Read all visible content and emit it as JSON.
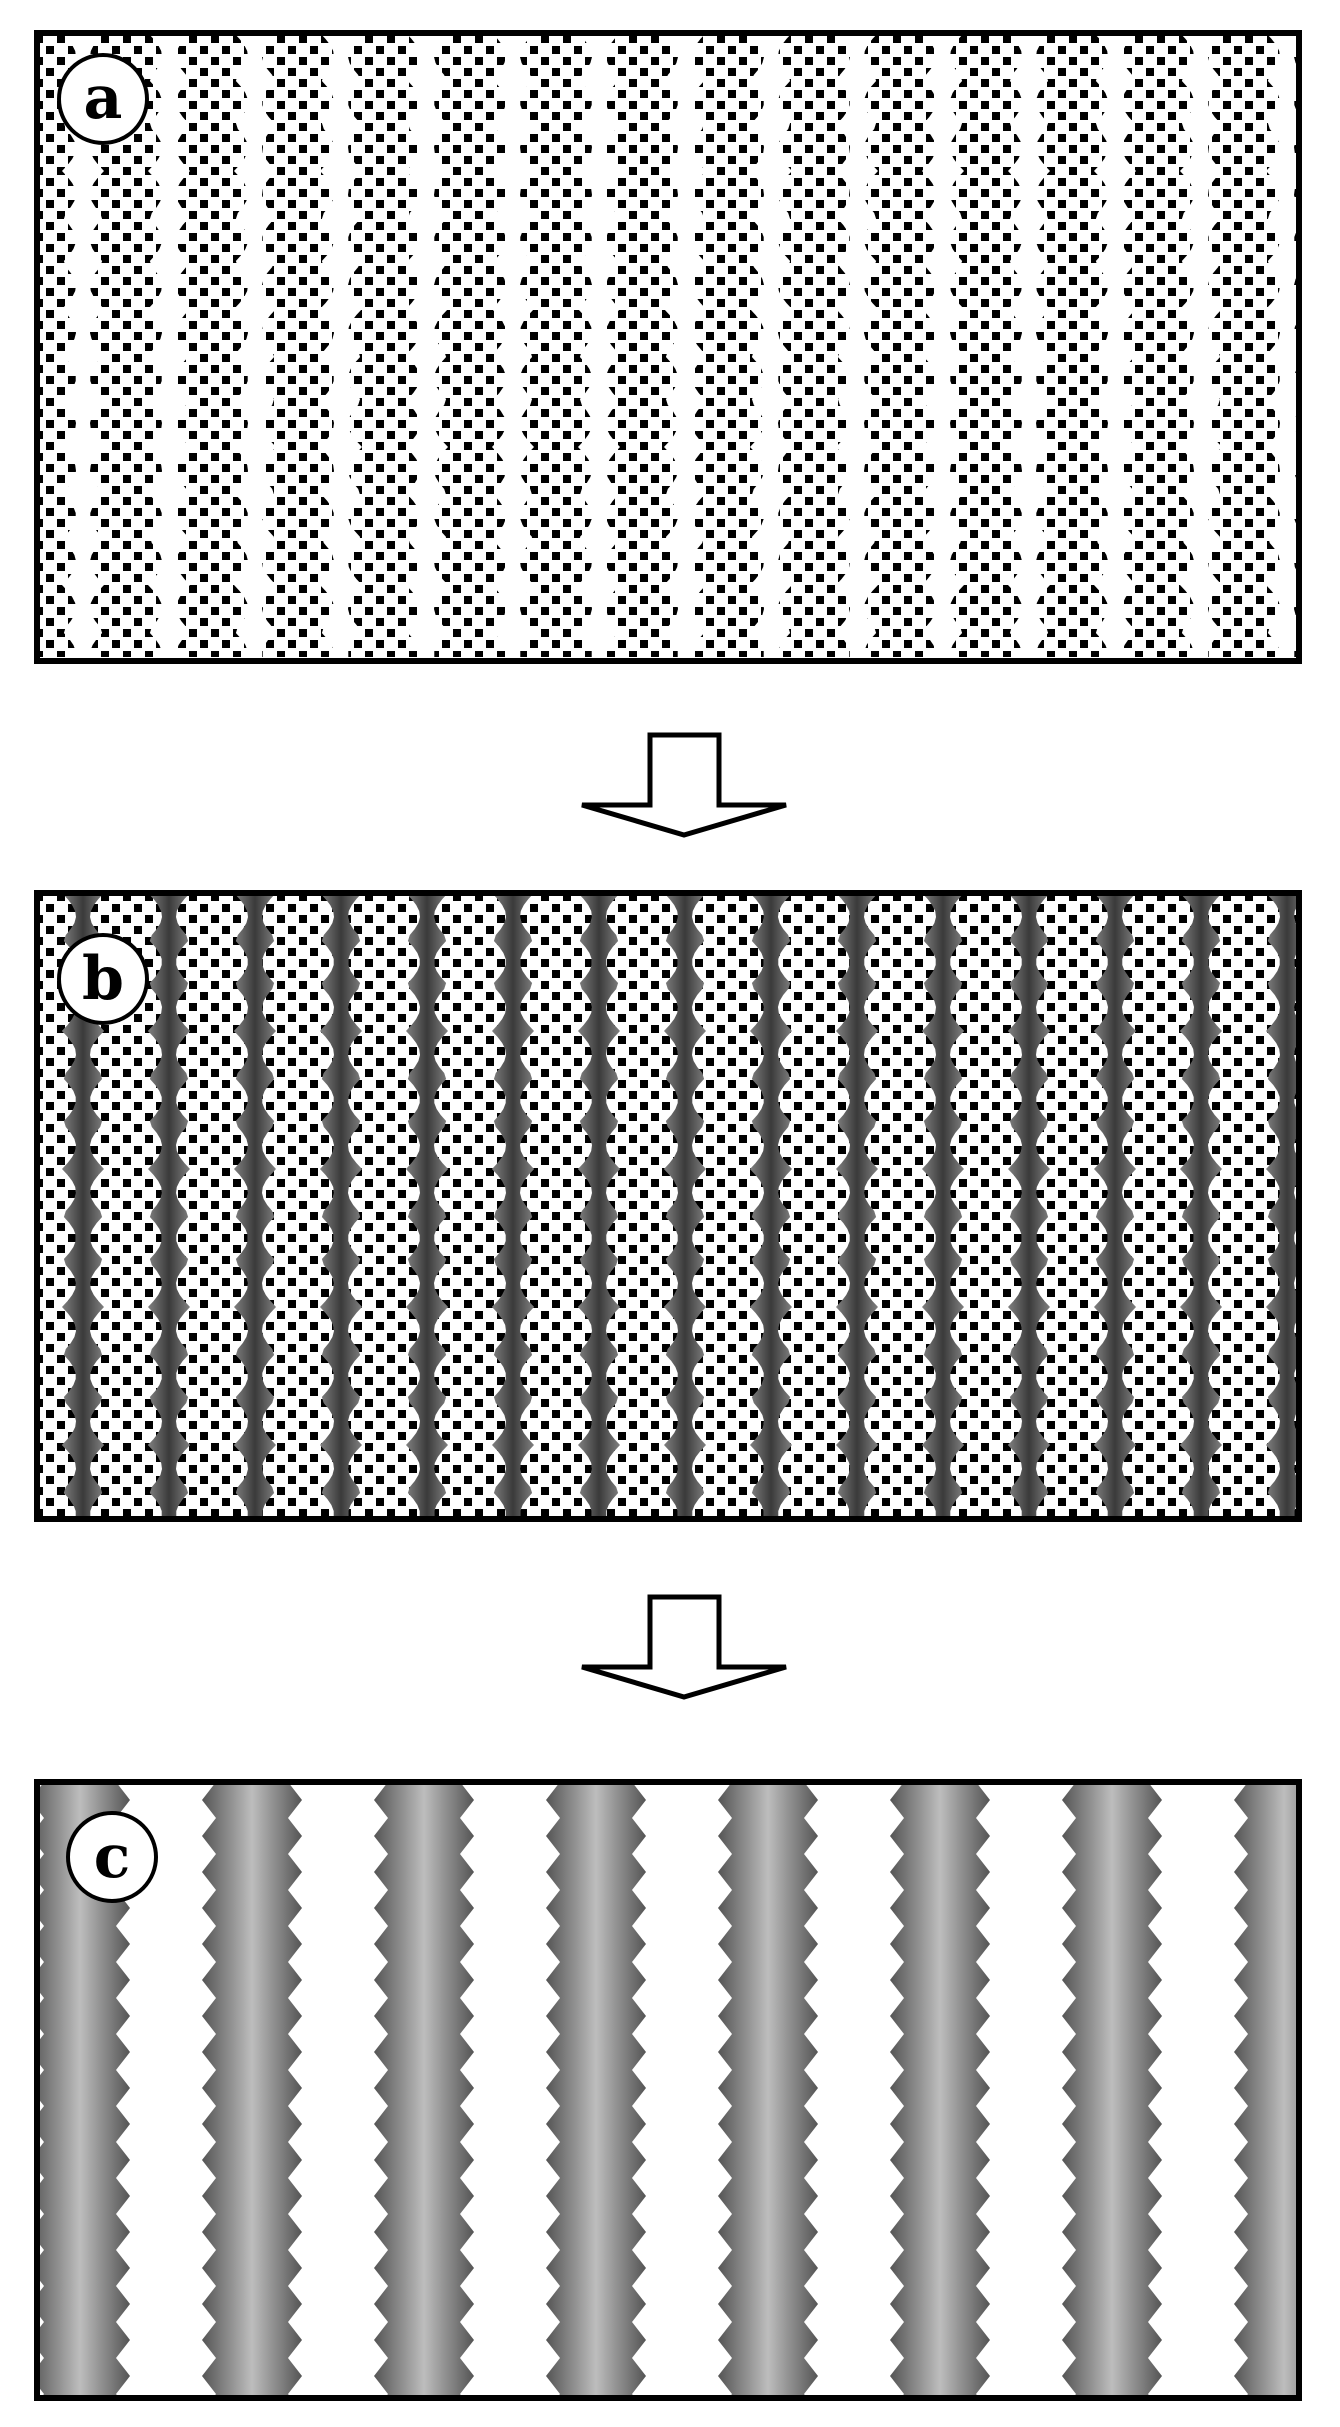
{
  "panels": [
    {
      "id": "a",
      "label": "a",
      "pattern": "dotted-stripes-on-white"
    },
    {
      "id": "b",
      "label": "b",
      "pattern": "dotted-stripes-on-gray-gradient"
    },
    {
      "id": "c",
      "label": "c",
      "pattern": "zigzag-gray-stripes-on-white"
    }
  ],
  "arrows": [
    {
      "from": "a",
      "to": "b",
      "icon": "down-arrow-icon"
    },
    {
      "from": "b",
      "to": "c",
      "icon": "down-arrow-icon"
    }
  ],
  "colors": {
    "ink": "#000000",
    "paper": "#ffffff",
    "gray_light": "#d0d0d0",
    "gray_dark": "#3a3a3a"
  }
}
